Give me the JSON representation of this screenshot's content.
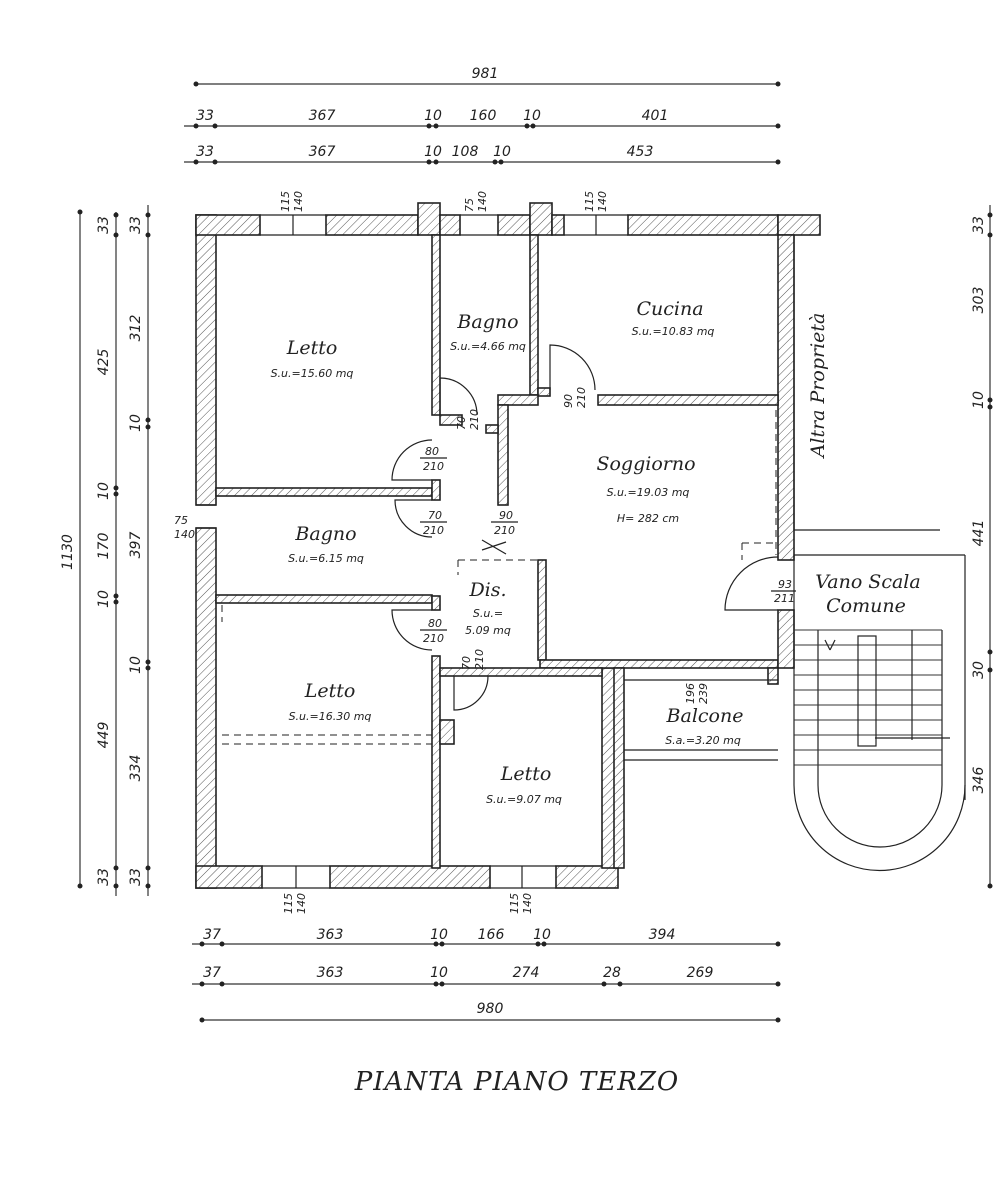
{
  "title": "PIANTA PIANO TERZO",
  "dims_top": {
    "total": "981",
    "row1": [
      "33",
      "367",
      "10",
      "160",
      "10",
      "401"
    ],
    "row2": [
      "33",
      "367",
      "10",
      "108",
      "10",
      "453"
    ]
  },
  "dims_bottom": {
    "row1": [
      "37",
      "363",
      "10",
      "166",
      "10",
      "394"
    ],
    "row2": [
      "37",
      "363",
      "10",
      "274",
      "28",
      "269"
    ],
    "total": "980"
  },
  "dims_left": {
    "total": "1130",
    "col1": [
      "33",
      "425",
      "10",
      "170",
      "10",
      "449",
      "33"
    ],
    "col2": [
      "33",
      "312",
      "10",
      "397",
      "10",
      "334",
      "33"
    ]
  },
  "dims_right": [
    "33",
    "303",
    "10",
    "441",
    "30",
    "346"
  ],
  "rooms": {
    "letto1": {
      "name": "Letto",
      "area": "S.u.=15.60 mq"
    },
    "bagno1": {
      "name": "Bagno",
      "area": "S.u.=4.66 mq"
    },
    "cucina": {
      "name": "Cucina",
      "area": "S.u.=10.83 mq"
    },
    "soggiorno": {
      "name": "Soggiorno",
      "area": "S.u.=19.03 mq",
      "height": "H= 282 cm"
    },
    "bagno2": {
      "name": "Bagno",
      "area": "S.u.=6.15 mq"
    },
    "dis": {
      "name": "Dis.",
      "area1": "S.u.=",
      "area2": "5.09 mq"
    },
    "letto2": {
      "name": "Letto",
      "area": "S.u.=16.30 mq"
    },
    "letto3": {
      "name": "Letto",
      "area": "S.u.=9.07 mq"
    },
    "balcone": {
      "name": "Balcone",
      "area": "S.a.=3.20 mq"
    },
    "vano1": "Vano Scala",
    "vano2": "Comune",
    "altra": "Altra Proprietà"
  },
  "openings": {
    "w_top_left": [
      "115",
      "140"
    ],
    "w_top_bagno": [
      "75",
      "140"
    ],
    "w_top_cucina": [
      "115",
      "140"
    ],
    "w_left": [
      "75",
      "140"
    ],
    "w_bot_left": [
      "115",
      "140"
    ],
    "w_bot_mid": [
      "115",
      "140"
    ],
    "d_bagno1": [
      "70",
      "210"
    ],
    "d_cucina": [
      "90",
      "210"
    ],
    "d_letto1": [
      "80",
      "210"
    ],
    "d_bagno2": [
      "70",
      "210"
    ],
    "d_sogg": [
      "90",
      "210"
    ],
    "d_letto2": [
      "80",
      "210"
    ],
    "d_letto3": [
      "70",
      "210"
    ],
    "d_balcone": [
      "196",
      "239"
    ],
    "d_scala": [
      "93",
      "211"
    ]
  }
}
